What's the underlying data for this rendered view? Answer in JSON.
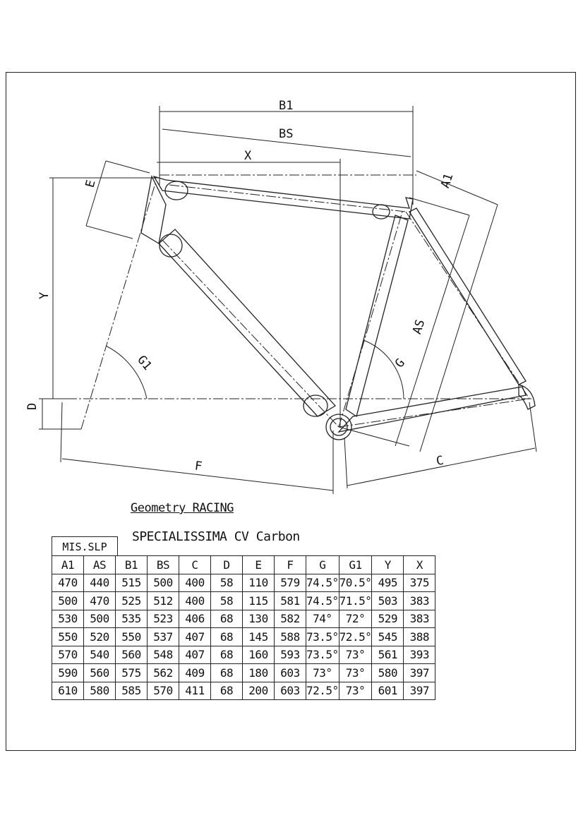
{
  "title": "Geometry RACING",
  "subtitle": "SPECIALISSIMA CV Carbon",
  "size_label": "MIS.SLP",
  "dimension_labels": {
    "B1": "B1",
    "BS": "BS",
    "X": "X",
    "Y": "Y",
    "D": "D",
    "E": "E",
    "F": "F",
    "C": "C",
    "A1": "A1",
    "AS": "AS",
    "G": "G",
    "G1": "G1"
  },
  "table": {
    "headers": [
      "A1",
      "AS",
      "B1",
      "BS",
      "C",
      "D",
      "E",
      "F",
      "G",
      "G1",
      "Y",
      "X"
    ],
    "rows": [
      [
        "470",
        "440",
        "515",
        "500",
        "400",
        "58",
        "110",
        "579",
        "74.5°",
        "70.5°",
        "495",
        "375"
      ],
      [
        "500",
        "470",
        "525",
        "512",
        "400",
        "58",
        "115",
        "581",
        "74.5°",
        "71.5°",
        "503",
        "383"
      ],
      [
        "530",
        "500",
        "535",
        "523",
        "406",
        "68",
        "130",
        "582",
        "74°",
        "72°",
        "529",
        "383"
      ],
      [
        "550",
        "520",
        "550",
        "537",
        "407",
        "68",
        "145",
        "588",
        "73.5°",
        "72.5°",
        "545",
        "388"
      ],
      [
        "570",
        "540",
        "560",
        "548",
        "407",
        "68",
        "160",
        "593",
        "73.5°",
        "73°",
        "561",
        "393"
      ],
      [
        "590",
        "560",
        "575",
        "562",
        "409",
        "68",
        "180",
        "603",
        "73°",
        "73°",
        "580",
        "397"
      ],
      [
        "610",
        "580",
        "585",
        "570",
        "411",
        "68",
        "200",
        "603",
        "72.5°",
        "73°",
        "601",
        "397"
      ]
    ]
  }
}
